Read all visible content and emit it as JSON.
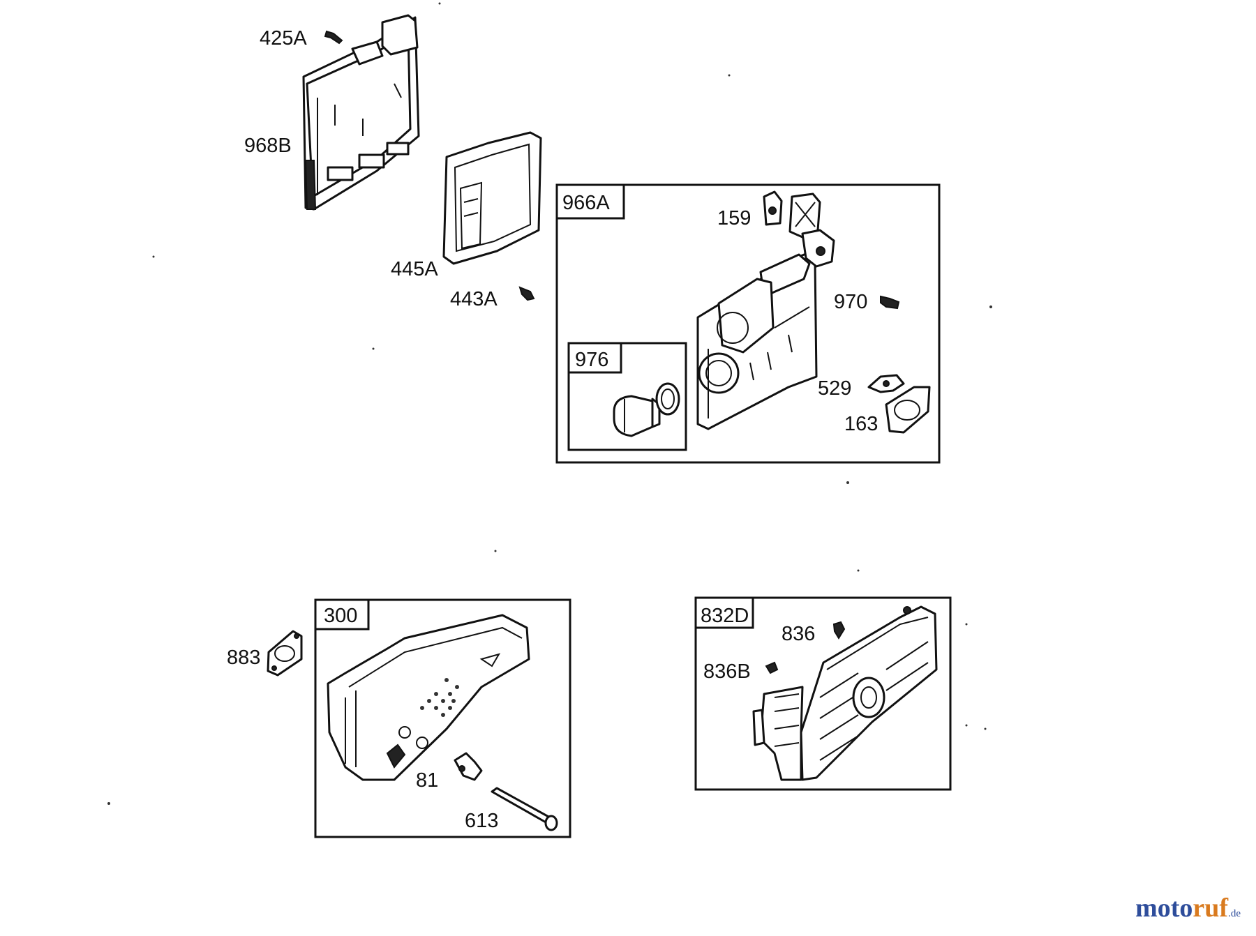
{
  "diagram": {
    "callouts": {
      "p425A": "425A",
      "p968B": "968B",
      "p445A": "445A",
      "p443A": "443A",
      "p159": "159",
      "p970": "970",
      "p529": "529",
      "p163": "163",
      "p883": "883",
      "p81": "81",
      "p613": "613",
      "p836": "836",
      "p836B": "836B"
    },
    "kits": {
      "k966A": "966A",
      "k976": "976",
      "k300": "300",
      "k832D": "832D"
    }
  },
  "watermark": {
    "brand_part1": "moto",
    "brand_part2": "ruf",
    "tld": ".de"
  }
}
